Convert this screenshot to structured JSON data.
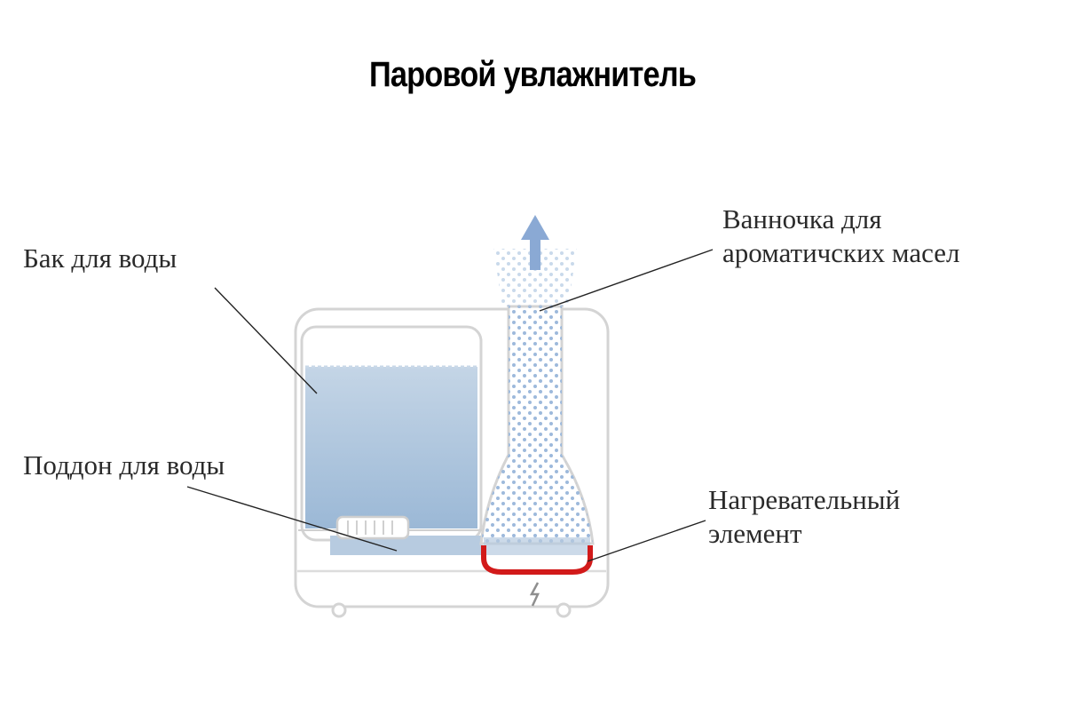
{
  "title": "Паровой увлажнитель",
  "labels": {
    "water_tank": "Бак для воды",
    "water_tray": "Поддон для воды",
    "aroma_tray_line1": "Ванночка для",
    "aroma_tray_line2": "ароматичских масел",
    "heater_line1": "Нагревательный",
    "heater_line2": "элемент"
  },
  "colors": {
    "water": "#a9c3dc",
    "heater": "#d21a1a",
    "steam_dots": "#8fb0d6",
    "arrow": "#8aa9d4",
    "outline": "#d6d6d6"
  }
}
